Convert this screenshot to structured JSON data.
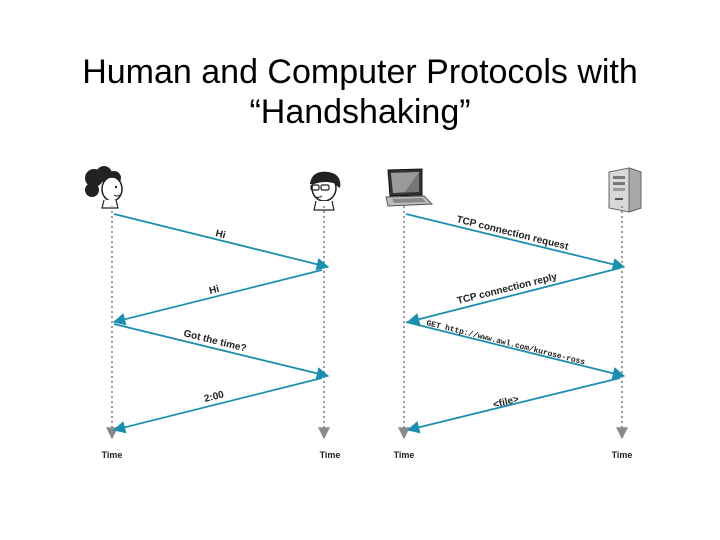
{
  "title": {
    "line1": "Human and Computer Protocols with",
    "line2": "“Handshaking”"
  },
  "colors": {
    "arrow": "#1a8fb0",
    "timeline": "#9a9a9a"
  },
  "human_protocol": {
    "messages": [
      "Hi",
      "Hi",
      "Got the time?",
      "2:00"
    ],
    "time_labels": [
      "Time",
      "Time"
    ],
    "icons": [
      "woman-icon",
      "man-icon"
    ]
  },
  "computer_protocol": {
    "messages": [
      "TCP connection request",
      "TCP connection reply",
      "GET http://www.awl.com/kurose-ross",
      "<file>"
    ],
    "time_labels": [
      "Time",
      "Time"
    ],
    "icons": [
      "laptop-icon",
      "server-icon"
    ]
  }
}
